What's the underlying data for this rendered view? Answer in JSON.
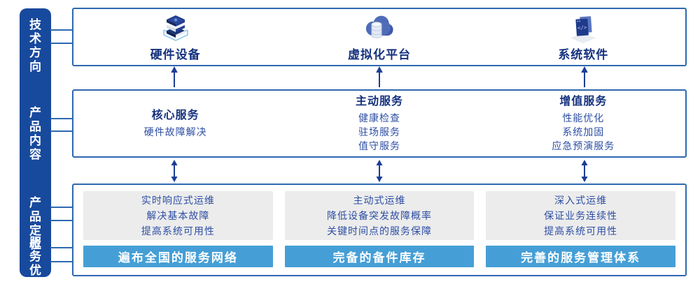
{
  "sidebar": {
    "labels": [
      "技术\n方向",
      "产品\n内容",
      "产品\n定位",
      "服务\n优势"
    ]
  },
  "tech_row": {
    "items": [
      {
        "icon": "server-stack-icon",
        "label": "硬件设备"
      },
      {
        "icon": "cloud-database-icon",
        "label": "虚拟化平台"
      },
      {
        "icon": "code-window-icon",
        "label": "系统软件"
      }
    ]
  },
  "content_row": {
    "columns": [
      {
        "title": "核心服务",
        "items": [
          "硬件故障解决"
        ]
      },
      {
        "title": "主动服务",
        "items": [
          "健康检查",
          "驻场服务",
          "值守服务"
        ]
      },
      {
        "title": "增值服务",
        "items": [
          "性能优化",
          "系统加固",
          "应急预演服务"
        ]
      }
    ]
  },
  "bottom_row": {
    "columns": [
      {
        "positioning": "实时响应式运维\n解决基本故障\n提高系统可用性",
        "advantage": "遍布全国的服务网络"
      },
      {
        "positioning": "主动式运维\n降低设备突发故障概率\n关键时间点的服务保障",
        "advantage": "完备的备件库存"
      },
      {
        "positioning": "深入式运维\n保证业务连续性\n提高系统可用性",
        "advantage": "完善的服务管理体系"
      }
    ]
  },
  "icons": [
    "server-stack-icon",
    "cloud-database-icon",
    "code-window-icon",
    "arrow-up-icon",
    "arrow-double-vertical-icon"
  ],
  "colors": {
    "sidebar-bg": "#17499d",
    "box-border": "#2e68b0",
    "title-text": "#15317e",
    "item-text": "#2d4ea3",
    "arrow": "#1c3d96",
    "panel-gray": "#ececec",
    "advantage-bar": "#459fd6",
    "bar-text": "#ffffff"
  }
}
